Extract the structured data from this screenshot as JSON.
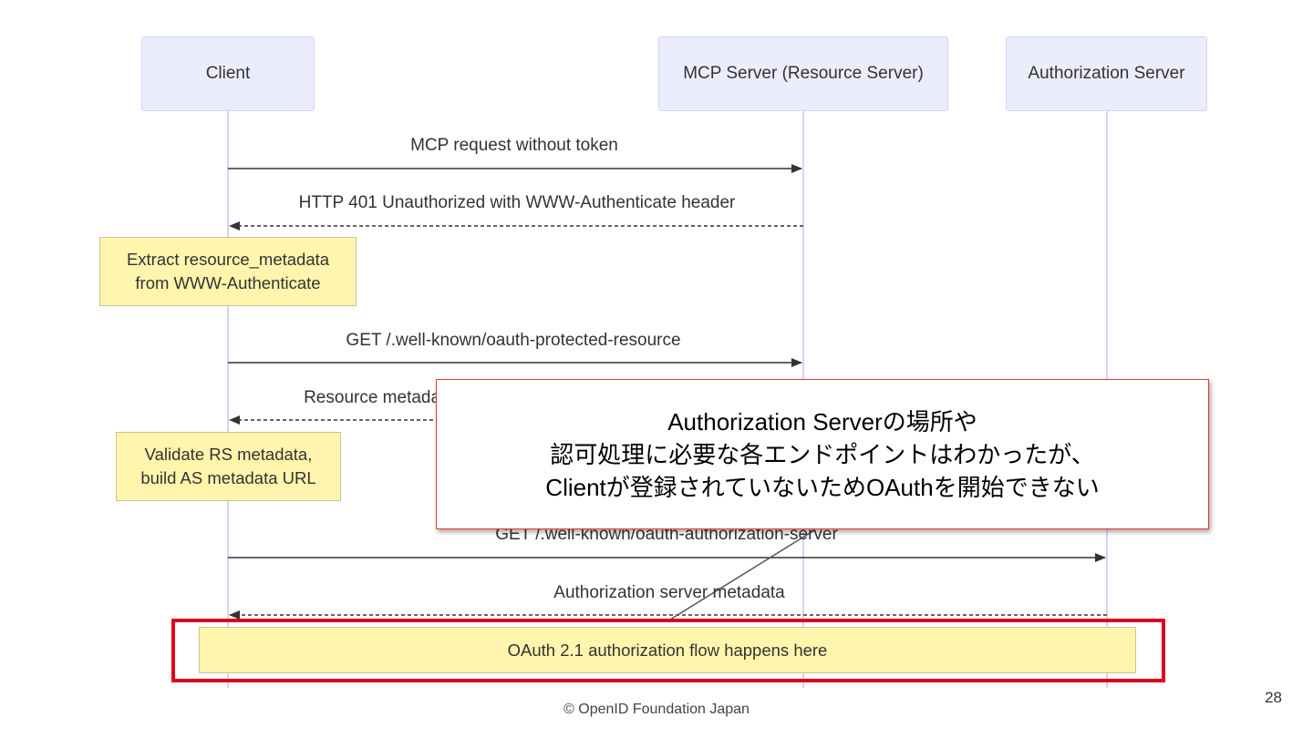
{
  "actors": [
    {
      "id": "client",
      "label": "Client"
    },
    {
      "id": "mcp",
      "label": "MCP Server (Resource Server)"
    },
    {
      "id": "auth",
      "label": "Authorization Server"
    }
  ],
  "messages": [
    {
      "label": "MCP request without token",
      "from": "client",
      "to": "mcp",
      "style": "solid"
    },
    {
      "label": "HTTP 401 Unauthorized with WWW-Authenticate header",
      "from": "mcp",
      "to": "client",
      "style": "dashed"
    },
    {
      "label": "GET /.well-known/oauth-protected-resource",
      "from": "client",
      "to": "mcp",
      "style": "solid"
    },
    {
      "label": "Resource metadata",
      "from": "mcp",
      "to": "client",
      "style": "dashed"
    },
    {
      "label": "GET /.well-known/oauth-authorization-server",
      "from": "client",
      "to": "auth",
      "style": "solid"
    },
    {
      "label": "Authorization server metadata",
      "from": "auth",
      "to": "client",
      "style": "dashed"
    }
  ],
  "notes": [
    {
      "text": "Extract resource_metadata\nfrom WWW-Authenticate"
    },
    {
      "text": "Validate RS metadata,\nbuild AS metadata URL"
    },
    {
      "text": "OAuth 2.1 authorization flow happens here"
    }
  ],
  "callout": {
    "lines": [
      "Authorization Serverの場所や",
      "認可処理に必要な各エンドポイントはわかったが、",
      "Clientが登録されていないためOAuthを開始できない"
    ],
    "border_color": "#e53935"
  },
  "highlight_color": "#e0001b",
  "page_number": "28",
  "footer": "© OpenID Foundation Japan"
}
